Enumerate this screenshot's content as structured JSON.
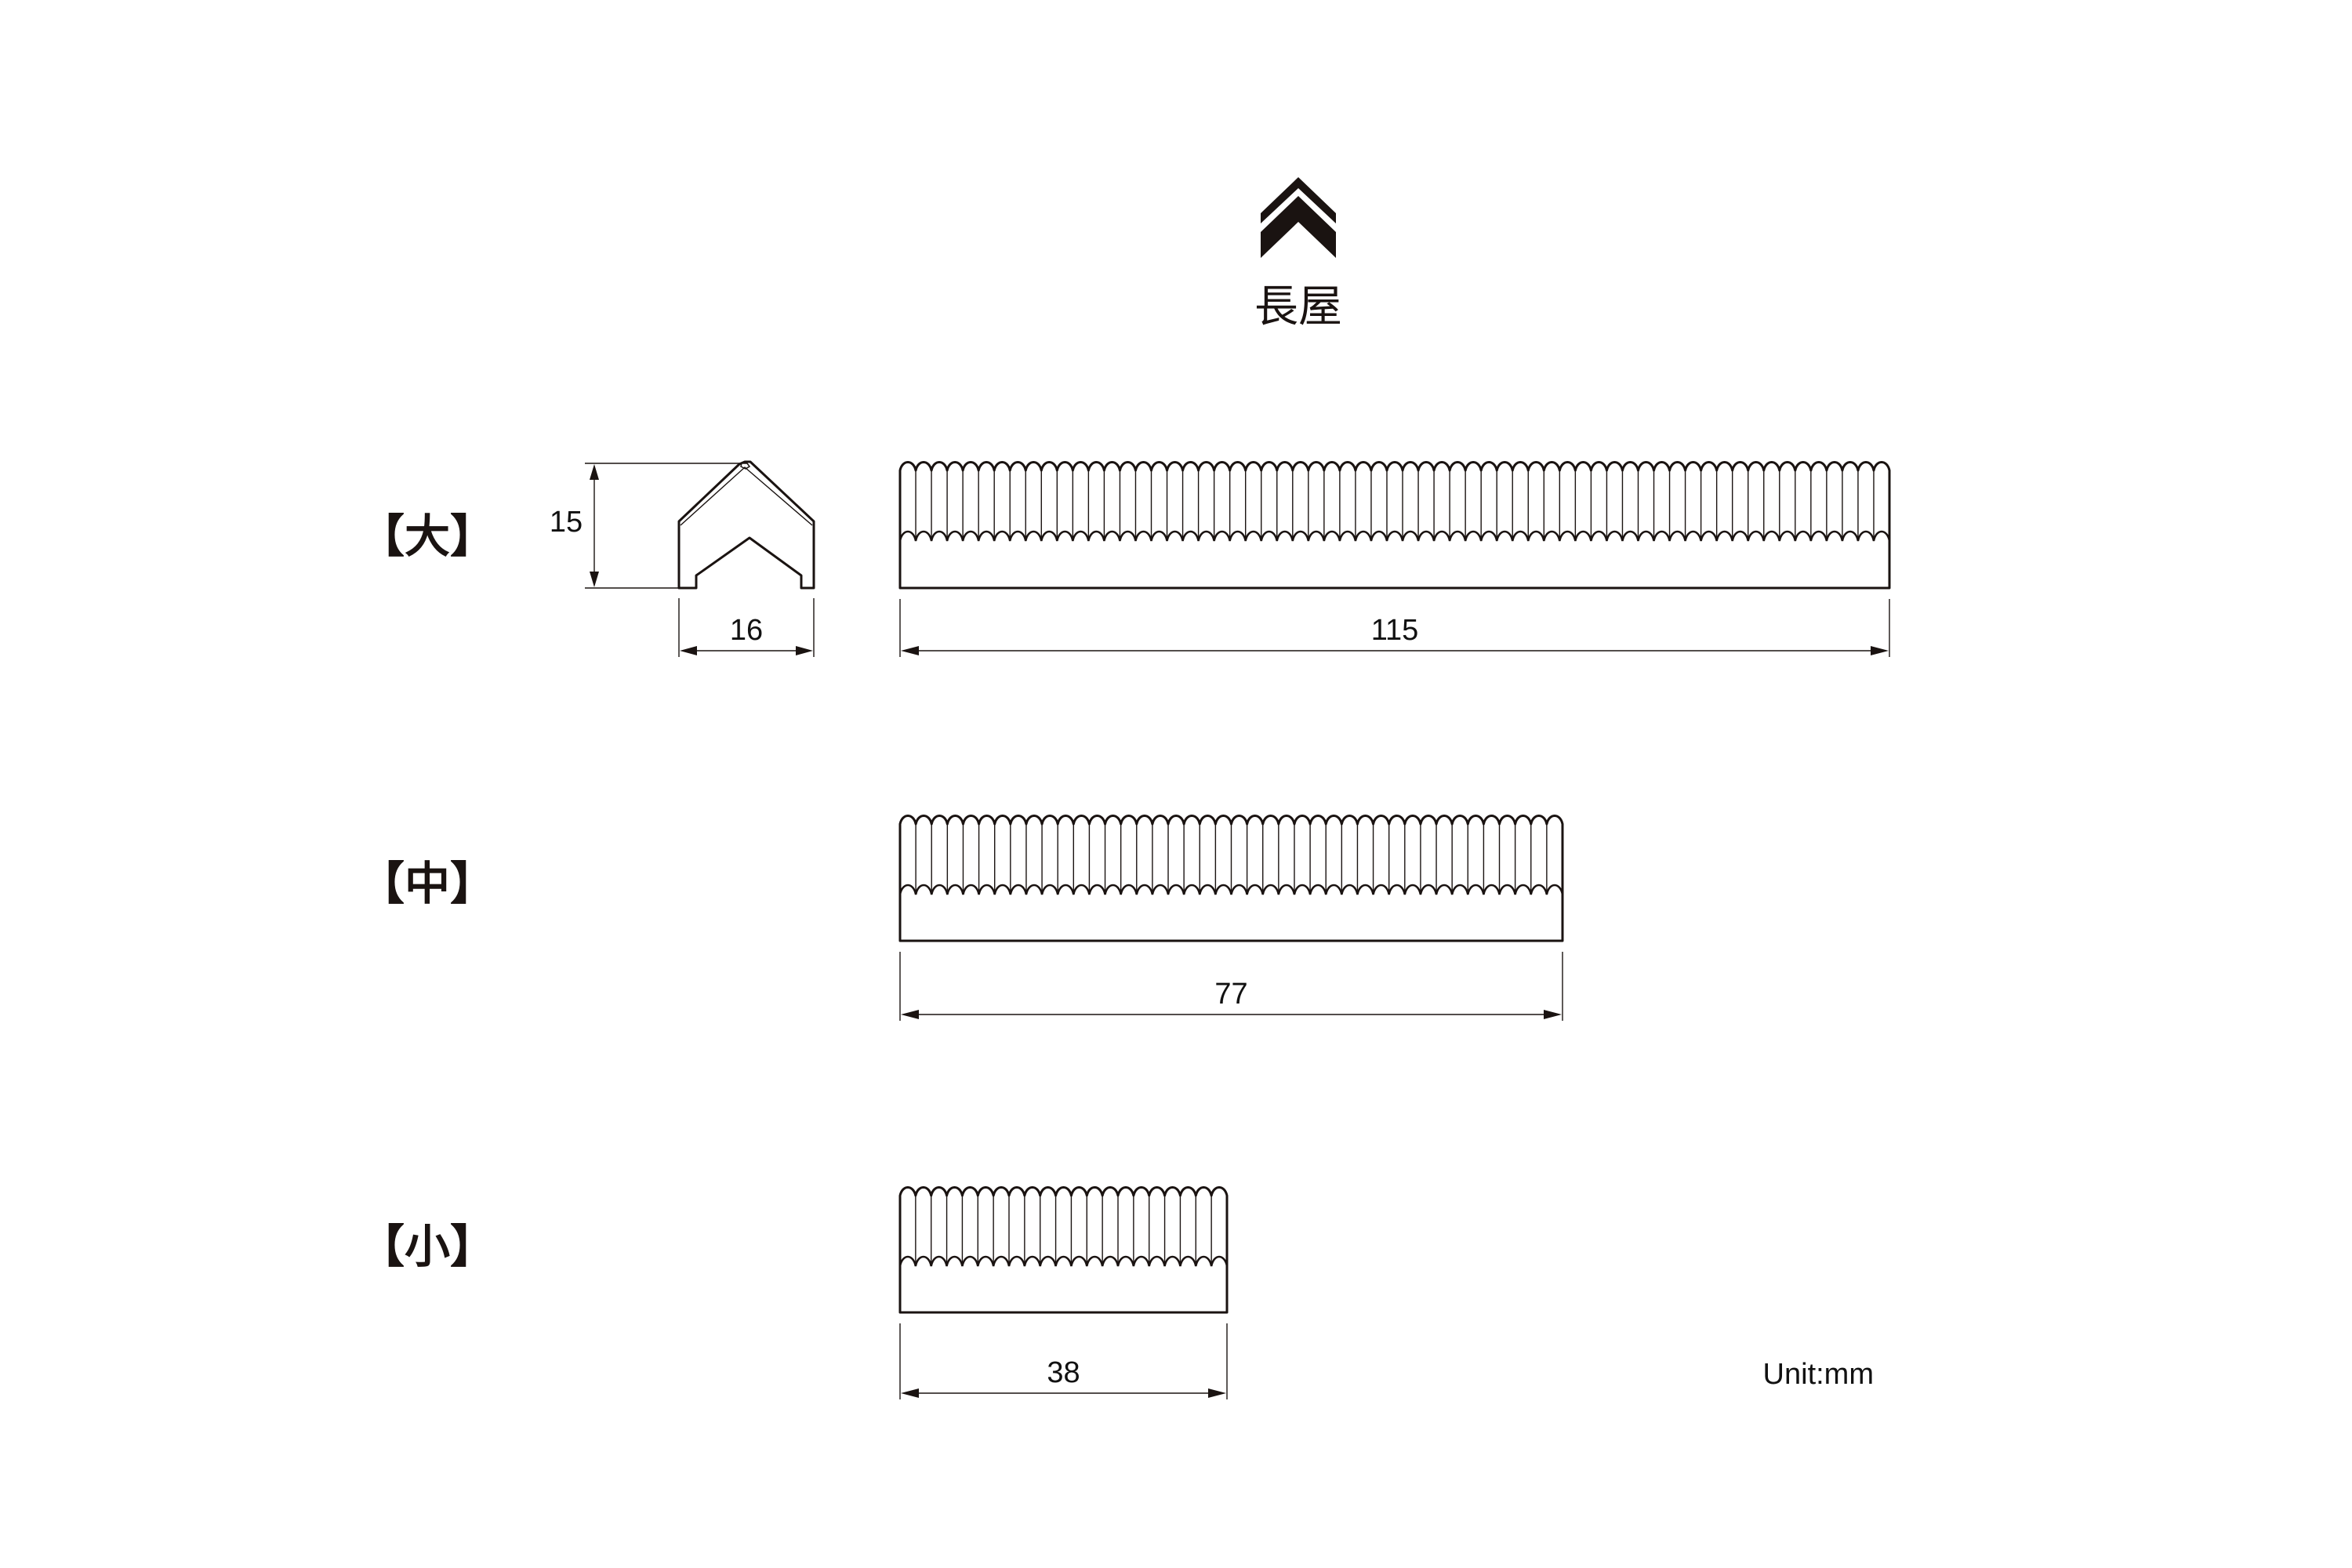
{
  "title": {
    "logo_icon": "chevron-roof-icon",
    "name": "長屋"
  },
  "sizes": [
    {
      "id": "large",
      "label": "【大】",
      "length_label": "115",
      "length": 115
    },
    {
      "id": "medium",
      "label": "【中】",
      "length_label": "77",
      "length": 77
    },
    {
      "id": "small",
      "label": "【小】",
      "length_label": "38",
      "length": 38
    }
  ],
  "cross_section": {
    "height_label": "15",
    "width_label": "16"
  },
  "unit": "Unit:mm",
  "colors": {
    "ink": "#1a1311",
    "background": "#ffffff"
  }
}
